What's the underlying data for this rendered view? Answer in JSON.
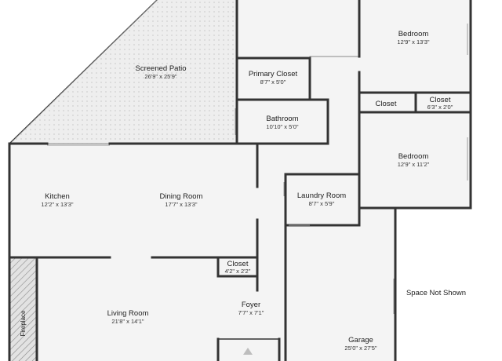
{
  "colors": {
    "wall": "#333333",
    "floor": "#f4f4f4",
    "patio_floor": "#eeeeee",
    "patio_dots": "#cfcfcf",
    "fireplace": "#bdbdbd",
    "background": "#ffffff"
  },
  "rooms": {
    "screened_patio": {
      "name": "Screened Patio",
      "dims": "26'9\" x 25'9\""
    },
    "primary_closet": {
      "name": "Primary Closet",
      "dims": "8'7\" x 5'0\""
    },
    "bathroom": {
      "name": "Bathroom",
      "dims": "10'10\" x 5'0\""
    },
    "bedroom_1": {
      "name": "Bedroom",
      "dims": "12'9\" x 13'3\""
    },
    "closet_1": {
      "name": "Closet",
      "dims": ""
    },
    "closet_2": {
      "name": "Closet",
      "dims": "6'3\" x 2'0\""
    },
    "bedroom_2": {
      "name": "Bedroom",
      "dims": "12'9\" x 11'2\""
    },
    "kitchen": {
      "name": "Kitchen",
      "dims": "12'2\" x 13'3\""
    },
    "dining_room": {
      "name": "Dining Room",
      "dims": "17'7\" x 13'3\""
    },
    "laundry_room": {
      "name": "Laundry Room",
      "dims": "8'7\" x 5'9\""
    },
    "closet_3": {
      "name": "Closet",
      "dims": "4'2\" x 2'2\""
    },
    "foyer": {
      "name": "Foyer",
      "dims": "7'7\" x 7'1\""
    },
    "living_room": {
      "name": "Living Room",
      "dims": "21'8\" x 14'1\""
    },
    "garage": {
      "name": "Garage",
      "dims": "25'0\" x 27'5\""
    },
    "space_not_shown": {
      "name": "Space Not Shown",
      "dims": ""
    }
  },
  "fireplace_label": "Fireplace"
}
